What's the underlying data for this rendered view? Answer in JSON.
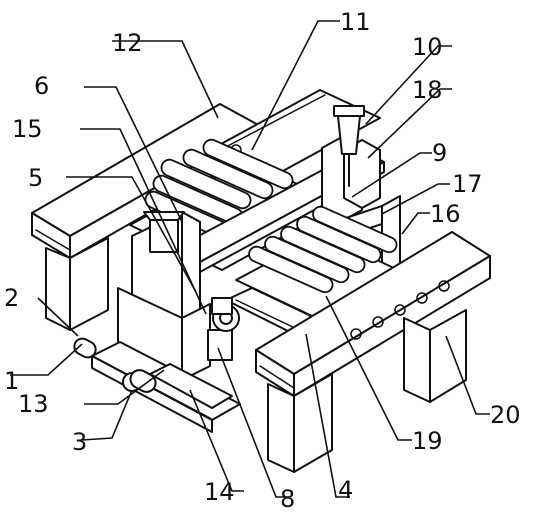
{
  "figure": {
    "callouts": [
      {
        "id": "1",
        "label": "1"
      },
      {
        "id": "2",
        "label": "2"
      },
      {
        "id": "3",
        "label": "3"
      },
      {
        "id": "4",
        "label": "4"
      },
      {
        "id": "5",
        "label": "5"
      },
      {
        "id": "6",
        "label": "6"
      },
      {
        "id": "8",
        "label": "8"
      },
      {
        "id": "9",
        "label": "9"
      },
      {
        "id": "10",
        "label": "10"
      },
      {
        "id": "11",
        "label": "11"
      },
      {
        "id": "12",
        "label": "12"
      },
      {
        "id": "13",
        "label": "13"
      },
      {
        "id": "14",
        "label": "14"
      },
      {
        "id": "15",
        "label": "15"
      },
      {
        "id": "16",
        "label": "16"
      },
      {
        "id": "17",
        "label": "17"
      },
      {
        "id": "18",
        "label": "18"
      },
      {
        "id": "19",
        "label": "19"
      },
      {
        "id": "20",
        "label": "20"
      }
    ]
  }
}
